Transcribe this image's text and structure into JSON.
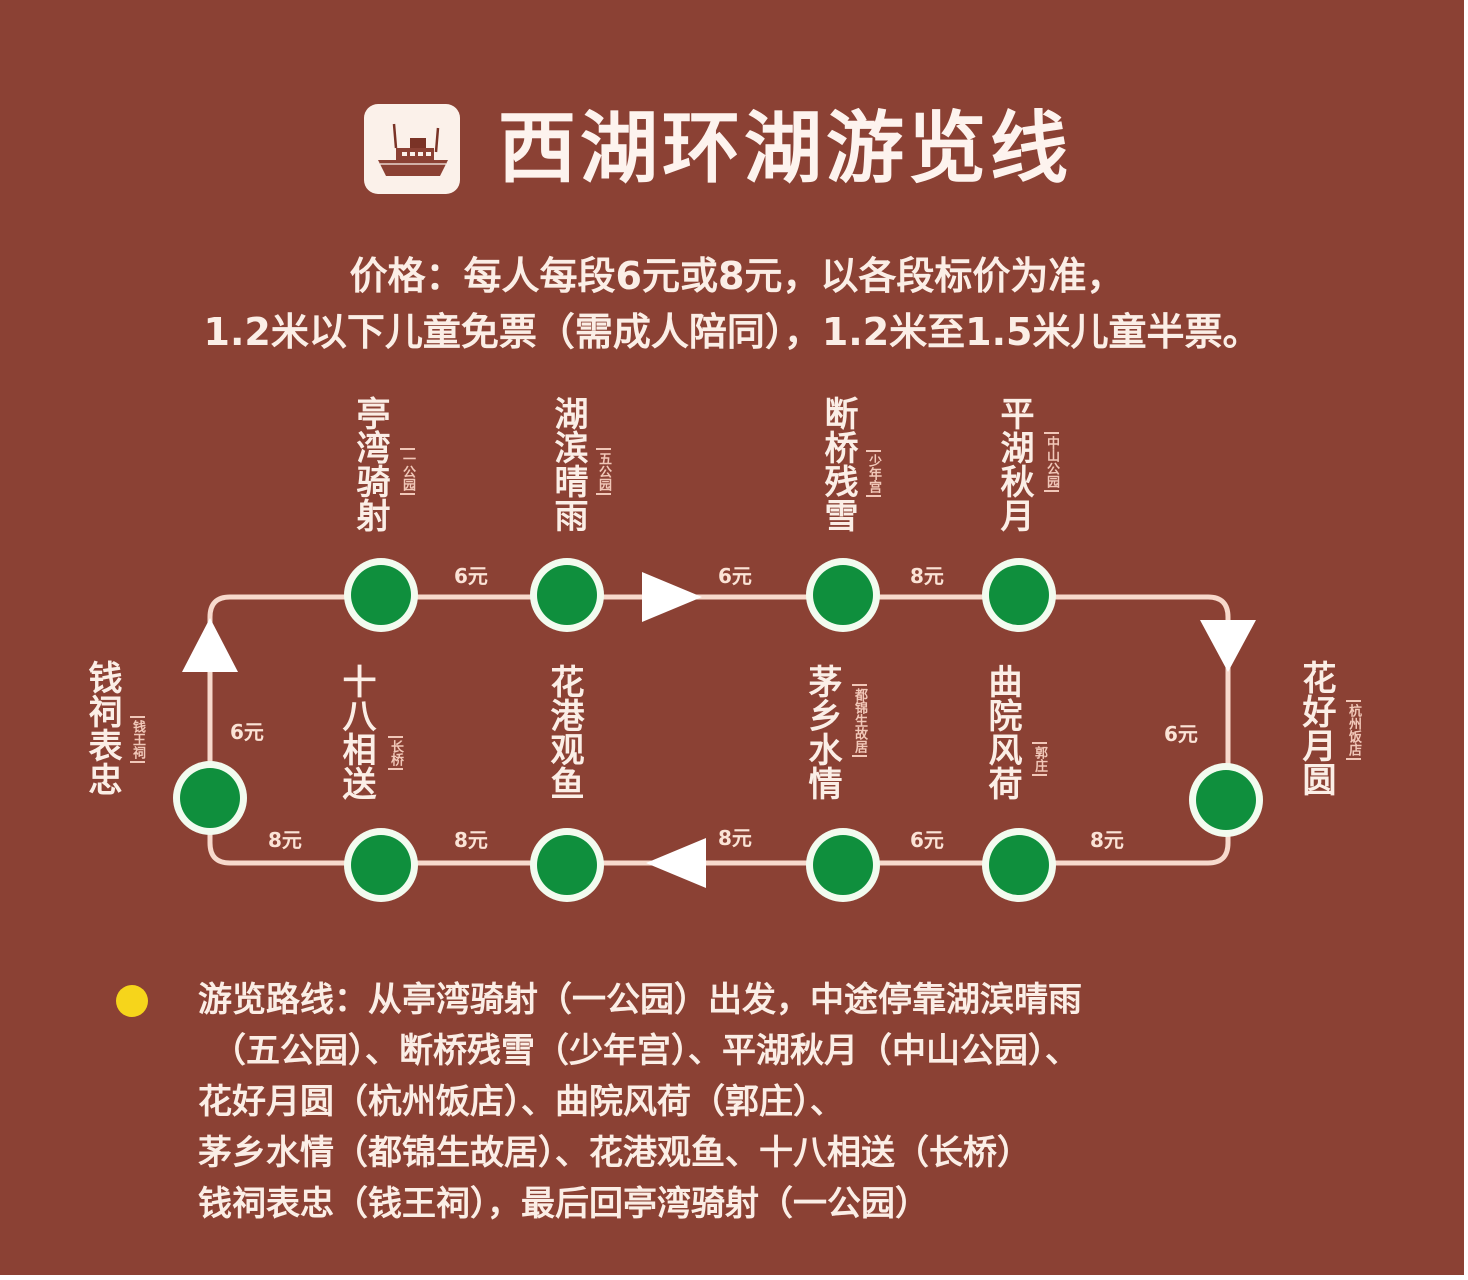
{
  "header": {
    "icon": "ship-icon",
    "title": "西湖环湖游览线"
  },
  "price": {
    "line1": "价格：每人每段6元或8元，以各段标价为准，",
    "line2": "1.2米以下儿童免票（需成人陪同），1.2米至1.5米儿童半票。"
  },
  "colors": {
    "background": "#8b4134",
    "node_fill": "#0f8f3d",
    "node_ring": "#f2fbef",
    "route_line": "#f7d9cc",
    "arrow": "#ffffff",
    "bullet": "#f6d51b"
  },
  "stops": [
    {
      "id": 1,
      "name": "亭湾骑射",
      "sub": "一公园"
    },
    {
      "id": 2,
      "name": "湖滨晴雨",
      "sub": "五公园"
    },
    {
      "id": 3,
      "name": "断桥残雪",
      "sub": "少年宫"
    },
    {
      "id": 4,
      "name": "平湖秋月",
      "sub": "中山公园"
    },
    {
      "id": 5,
      "name": "花好月圆",
      "sub": "杭州饭店"
    },
    {
      "id": 6,
      "name": "曲院风荷",
      "sub": "郭庄"
    },
    {
      "id": 7,
      "name": "茅乡水情",
      "sub": "都锦生故居"
    },
    {
      "id": 8,
      "name": "花港观鱼",
      "sub": ""
    },
    {
      "id": 9,
      "name": "十八相送",
      "sub": "长桥"
    },
    {
      "id": 10,
      "name": "钱祠表忠",
      "sub": "钱王祠"
    }
  ],
  "fares": [
    {
      "from": "亭湾骑射",
      "to": "湖滨晴雨",
      "label": "6元"
    },
    {
      "from": "湖滨晴雨",
      "to": "断桥残雪",
      "label": "6元"
    },
    {
      "from": "断桥残雪",
      "to": "平湖秋月",
      "label": "8元"
    },
    {
      "from": "平湖秋月",
      "to": "花好月圆",
      "label": "6元"
    },
    {
      "from": "花好月圆",
      "to": "曲院风荷",
      "label": "8元"
    },
    {
      "from": "曲院风荷",
      "to": "茅乡水情",
      "label": "6元"
    },
    {
      "from": "茅乡水情",
      "to": "花港观鱼",
      "label": "8元"
    },
    {
      "from": "花港观鱼",
      "to": "十八相送",
      "label": "8元"
    },
    {
      "from": "十八相送",
      "to": "钱祠表忠",
      "label": "8元"
    },
    {
      "from": "钱祠表忠",
      "to": "亭湾骑射",
      "label": "6元"
    }
  ],
  "route_description": {
    "bullet_icon": "yellow-dot-icon",
    "lines": [
      "游览路线：从亭湾骑射（一公园）出发，中途停靠湖滨晴雨",
      "（五公园）、断桥残雪（少年宫）、平湖秋月（中山公园）、",
      "花好月圆（杭州饭店）、曲院风荷（郭庄）、",
      "茅乡水情（都锦生故居）、花港观鱼、十八相送（长桥）",
      "钱祠表忠（钱王祠），最后回亭湾骑射（一公园）"
    ]
  }
}
